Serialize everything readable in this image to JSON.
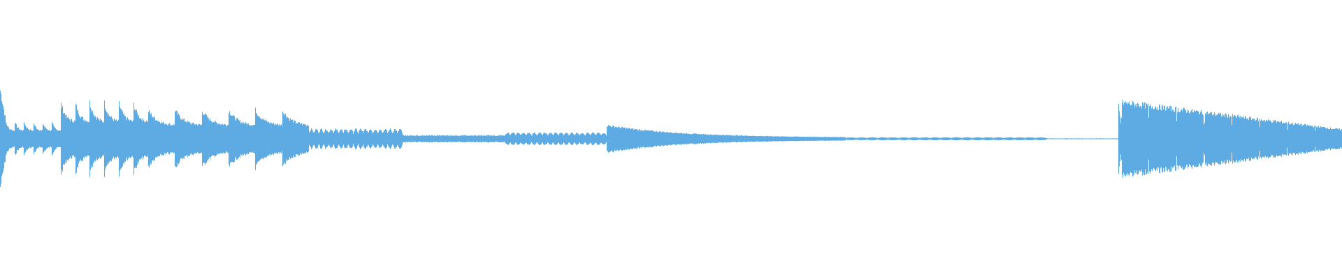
{
  "waveform": {
    "color": "#5dabe2",
    "background": "#ffffff",
    "segments": [
      {
        "start": 0.0,
        "end": 0.004,
        "amp": 0.4,
        "decay": "sharp-attack"
      },
      {
        "start": 0.004,
        "end": 0.045,
        "amp": 0.14,
        "decay": "plucks"
      },
      {
        "start": 0.045,
        "end": 0.11,
        "amp": 0.3,
        "decay": "plucks"
      },
      {
        "start": 0.11,
        "end": 0.23,
        "amp": 0.24,
        "decay": "plucks"
      },
      {
        "start": 0.23,
        "end": 0.3,
        "amp": 0.08,
        "decay": "ripple"
      },
      {
        "start": 0.3,
        "end": 0.376,
        "amp": 0.03,
        "decay": "flat"
      },
      {
        "start": 0.376,
        "end": 0.452,
        "amp": 0.05,
        "decay": "ripple"
      },
      {
        "start": 0.452,
        "end": 0.63,
        "amp": 0.1,
        "decay": "exp-tail"
      },
      {
        "start": 0.63,
        "end": 0.78,
        "amp": 0.012,
        "decay": "ripple"
      },
      {
        "start": 0.78,
        "end": 0.833,
        "amp": 0.004,
        "decay": "sparse"
      },
      {
        "start": 0.833,
        "end": 0.835,
        "amp": 0.3,
        "decay": "sharp-attack"
      },
      {
        "start": 0.835,
        "end": 1.0,
        "amp": 0.3,
        "decay": "long-sustain"
      }
    ]
  }
}
